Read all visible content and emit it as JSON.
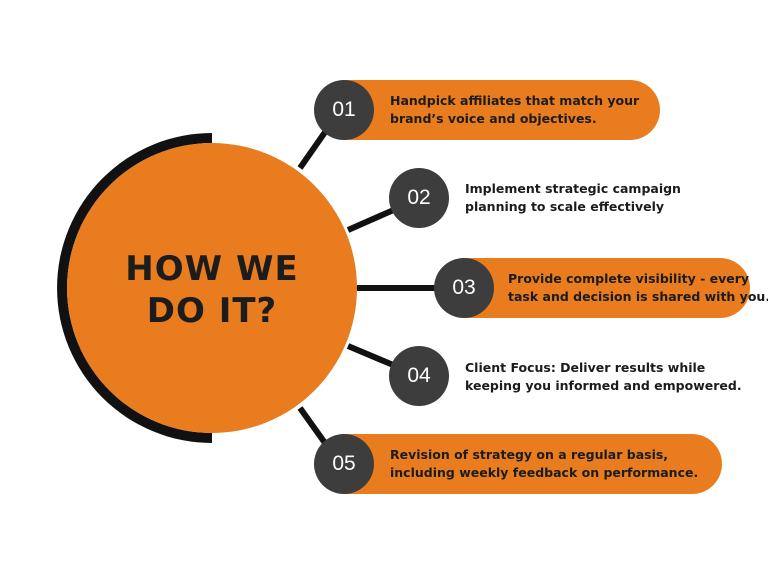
{
  "colors": {
    "accent": "#e87c1e",
    "number_circle": "#3d3d3d",
    "arc": "#111111",
    "text": "#1c1c1c"
  },
  "hub": {
    "line1": "HOW WE",
    "line2": "DO IT?"
  },
  "items": [
    {
      "number": "01",
      "line1": "Handpick affiliates that match your",
      "line2": "brand’s voice and objectives.",
      "has_pill": true
    },
    {
      "number": "02",
      "line1": "Implement strategic campaign",
      "line2": "planning to scale effectively",
      "has_pill": false
    },
    {
      "number": "03",
      "line1": "Provide complete visibility - every",
      "line2": "task and decision is shared with you.",
      "has_pill": true
    },
    {
      "number": "04",
      "line1": "Client Focus: Deliver results while",
      "line2": "keeping you informed and empowered.",
      "has_pill": false
    },
    {
      "number": "05",
      "line1": "Revision of strategy on a regular basis,",
      "line2": "including weekly feedback on performance.",
      "has_pill": true
    }
  ]
}
